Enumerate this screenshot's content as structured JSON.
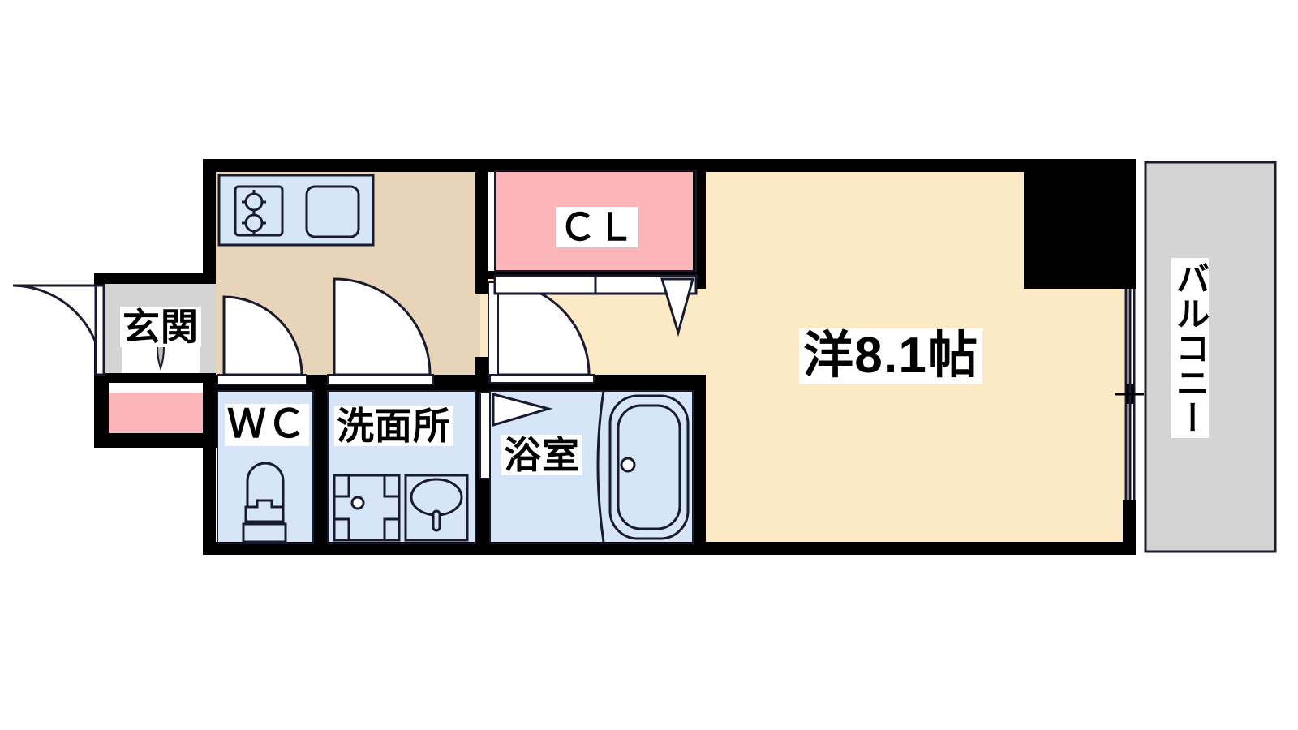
{
  "plan": {
    "type": "apartment-floor-plan",
    "layout_code": "1K",
    "colors": {
      "wall": "#000000",
      "living_floor": "#fbeac5",
      "corridor_floor": "#e8d4b8",
      "wet_area": "#d6e6f8",
      "closet": "#fcb6b9",
      "balcony": "#d4d4d4",
      "outline": "#1a1a2e",
      "text": "#000000",
      "background": "#ffffff"
    }
  },
  "rooms": [
    {
      "id": "entrance",
      "label": "玄関",
      "fill": "balcony",
      "note": "entry hall with front door"
    },
    {
      "id": "shoebox",
      "label": "",
      "fill": "closet",
      "note": "shoe cabinet (pink)"
    },
    {
      "id": "kitchen",
      "label": "",
      "fill": "corridor",
      "note": "kitchen counter area"
    },
    {
      "id": "wc",
      "label": "ＷＣ",
      "fill": "wet",
      "note": "toilet"
    },
    {
      "id": "washroom",
      "label": "洗面所",
      "fill": "wet",
      "note": "vanity / laundry"
    },
    {
      "id": "bath",
      "label": "浴室",
      "fill": "wet",
      "note": "bathroom with tub"
    },
    {
      "id": "closet",
      "label": "ＣＬ",
      "fill": "closet",
      "note": "clothes closet"
    },
    {
      "id": "living",
      "label": "洋8.1帖",
      "fill": "living",
      "note": "western-style main room"
    },
    {
      "id": "balcony",
      "label": "バルコニー",
      "fill": "balcony",
      "note": "balcony"
    }
  ],
  "labels": {
    "entrance": "玄関",
    "wc": "ＷＣ",
    "washroom": "洗面所",
    "bath": "浴室",
    "closet": "ＣＬ",
    "living": "洋8.1帖",
    "balcony": "バルコニー"
  },
  "fixtures": [
    {
      "name": "gas-stove",
      "room": "kitchen",
      "detail": "two burner cooktop"
    },
    {
      "name": "kitchen-sink",
      "room": "kitchen",
      "detail": "square sink with rounded corners"
    },
    {
      "name": "toilet",
      "room": "wc",
      "detail": "toilet bowl with tank"
    },
    {
      "name": "washing-machine-pan",
      "room": "washroom",
      "detail": "square pan with drain"
    },
    {
      "name": "wash-basin",
      "room": "washroom",
      "detail": "oval basin with faucet"
    },
    {
      "name": "bathtub",
      "room": "bath",
      "detail": "rounded rectangle tub with drain"
    }
  ],
  "doors": [
    {
      "name": "front-door",
      "type": "swing",
      "room": "entrance"
    },
    {
      "name": "wc-door",
      "type": "swing",
      "room": "wc"
    },
    {
      "name": "washroom-door",
      "type": "swing",
      "room": "washroom"
    },
    {
      "name": "living-door",
      "type": "swing",
      "room": "living"
    },
    {
      "name": "bath-door",
      "type": "folding",
      "room": "bath"
    },
    {
      "name": "closet-doors",
      "type": "sliding",
      "room": "closet"
    },
    {
      "name": "balcony-door",
      "type": "sliding",
      "room": "balcony"
    }
  ]
}
